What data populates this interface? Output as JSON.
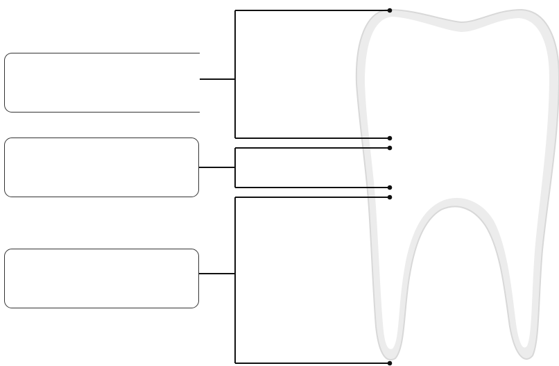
{
  "diagram": {
    "labels": [
      {
        "id": "label-1",
        "text": ""
      },
      {
        "id": "label-2",
        "text": ""
      },
      {
        "id": "label-3",
        "text": ""
      }
    ],
    "colors": {
      "line": "#111111",
      "tooth_outline": "#dcdcdc",
      "tooth_fill": "#ffffff",
      "tooth_shade": "#ececec"
    },
    "icon": "tooth-icon"
  }
}
